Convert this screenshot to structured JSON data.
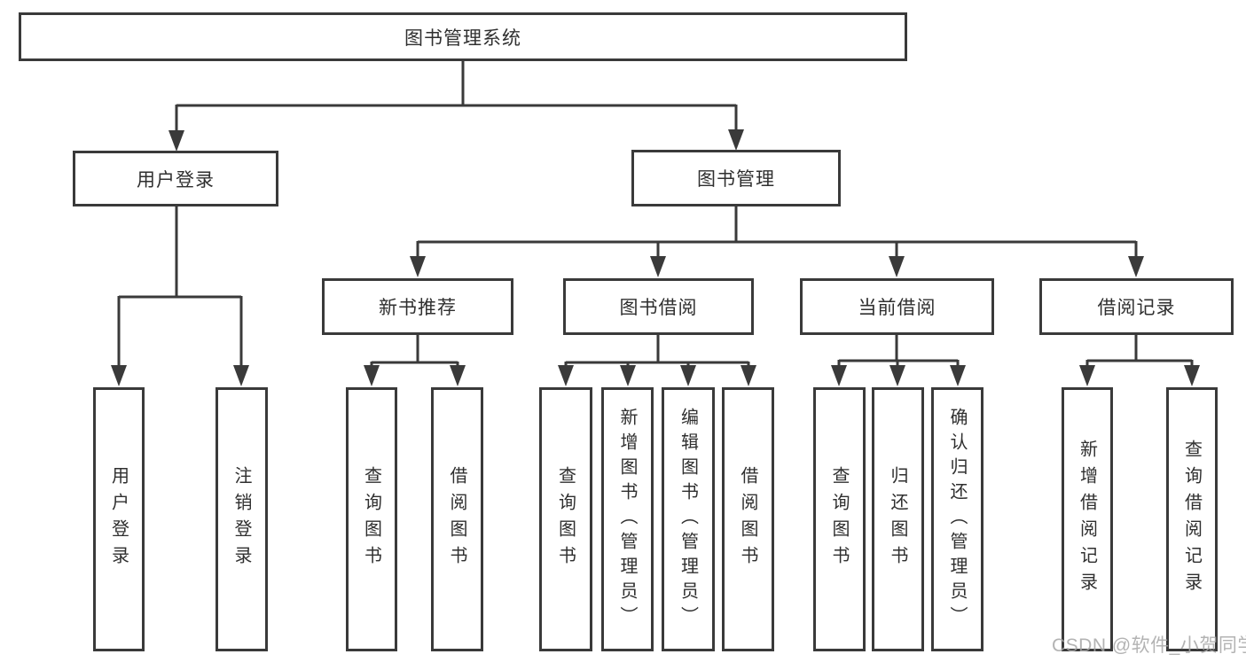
{
  "diagram": {
    "root": "图书管理系统",
    "branches": {
      "user_login": "用户登录",
      "book_management": "图书管理"
    },
    "modules": {
      "new_book_recommendation": "新书推荐",
      "book_borrowing": "图书借阅",
      "current_borrowing": "当前借阅",
      "borrowing_records": "借阅记录"
    },
    "functions": {
      "user_login": "用户登录",
      "logout": "注销登录",
      "nb_query_books": "查询图书",
      "nb_borrow_books": "借阅图书",
      "bb_query_books": "查询图书",
      "bb_add_books_admin": "新增图书（管理员）",
      "bb_edit_books_admin": "编辑图书（管理员）",
      "bb_borrow_books": "借阅图书",
      "cb_query_books": "查询图书",
      "cb_return_books": "归还图书",
      "cb_confirm_return_admin": "确认归还（管理员）",
      "br_add_record": "新增借阅记录",
      "br_query_record": "查询借阅记录"
    }
  },
  "watermark": "CSDN @软件_小贺同学",
  "colors": {
    "line": "#3a3a3a",
    "box_border": "#3a3a3a",
    "text": "#2f2f2f",
    "background": "#ffffff",
    "watermark": "#a6a6a6"
  }
}
